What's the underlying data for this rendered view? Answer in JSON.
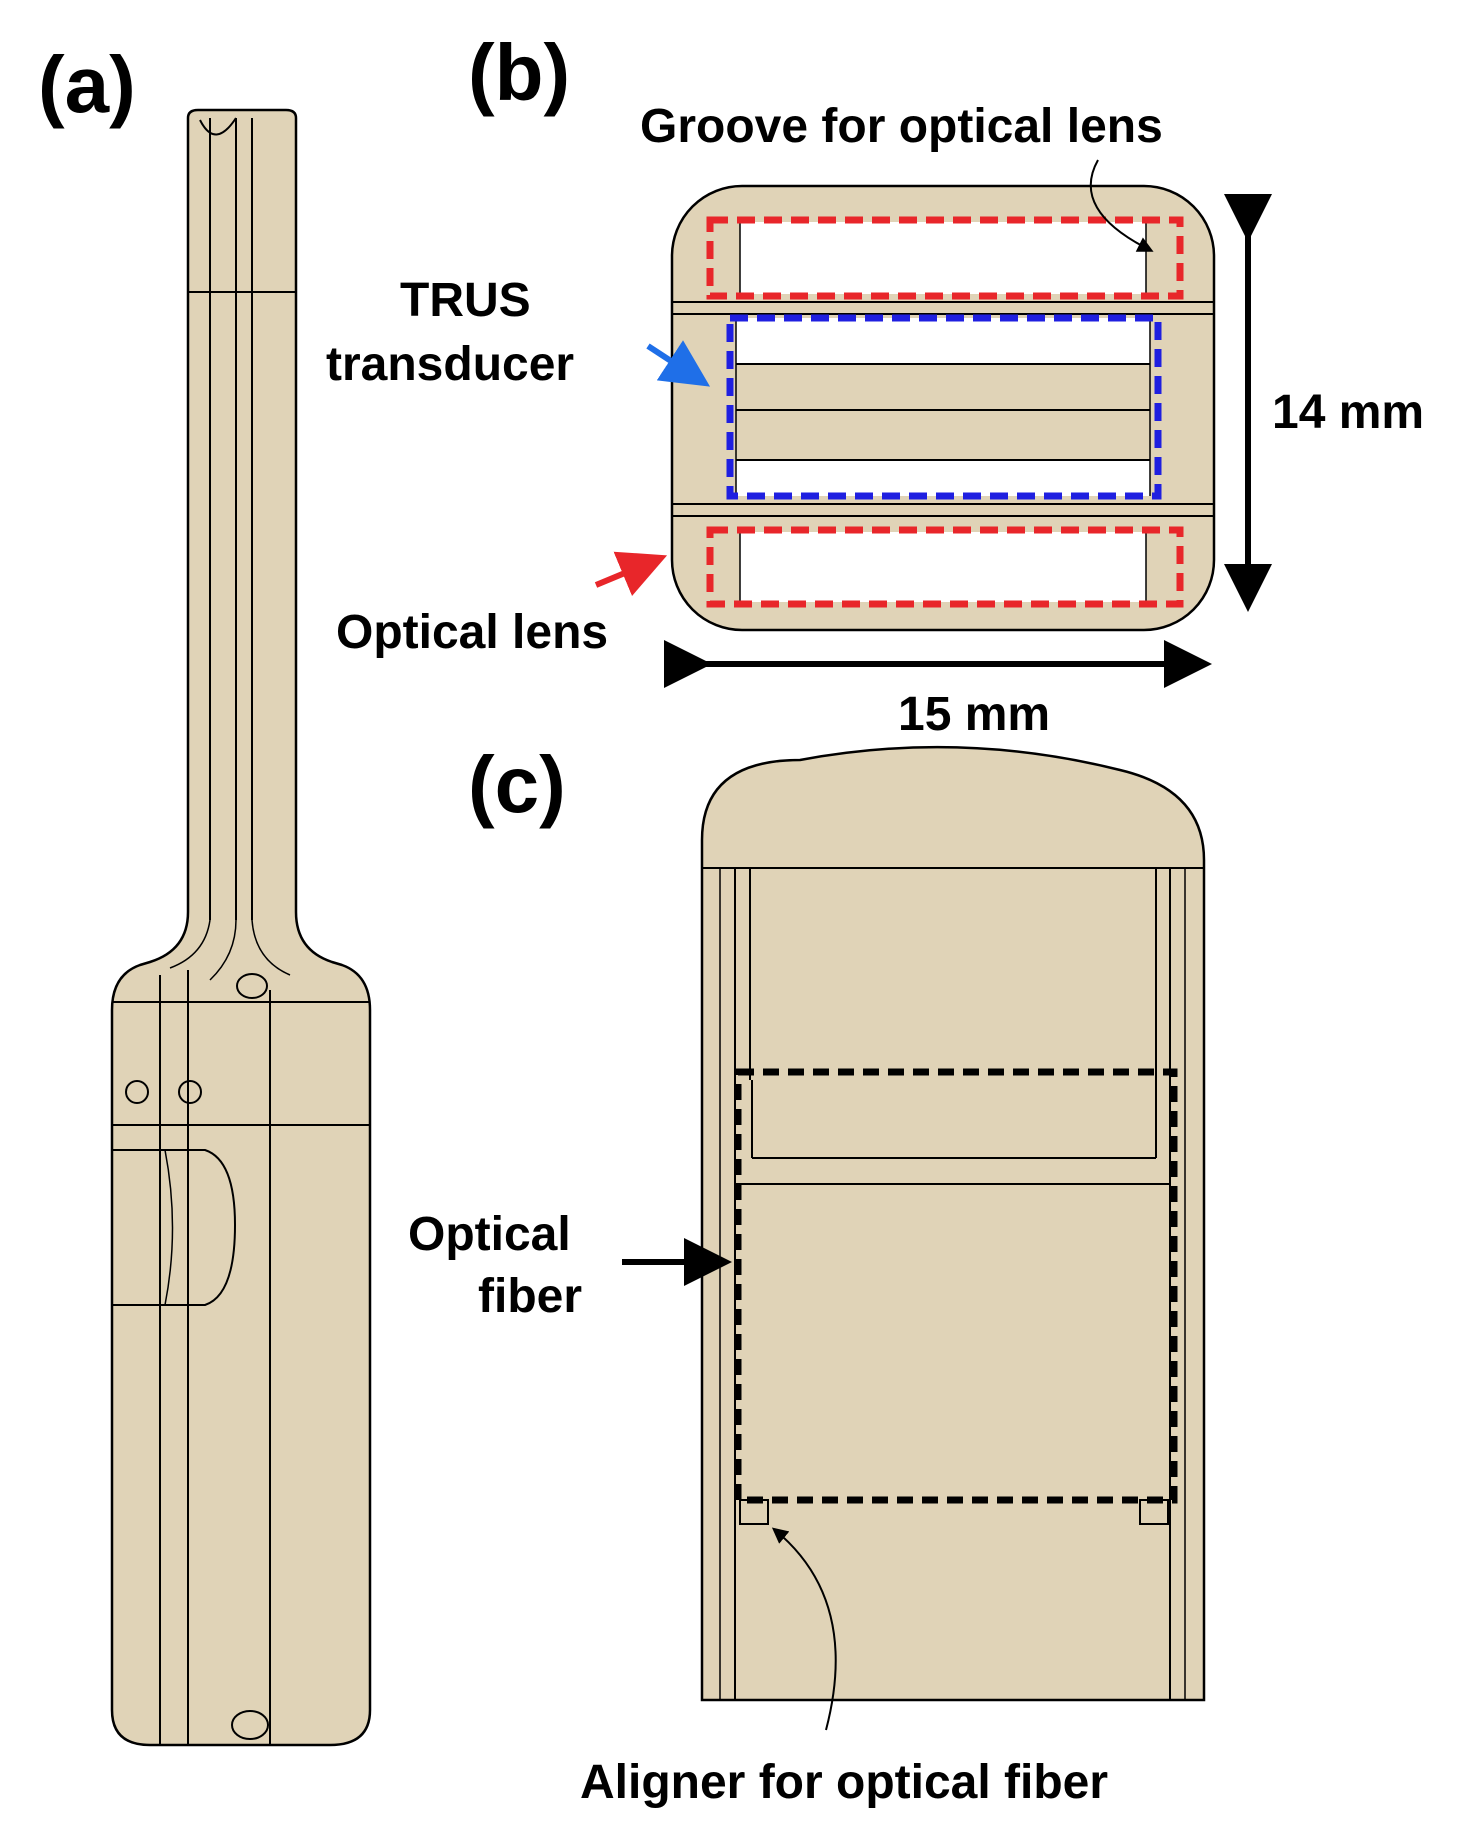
{
  "panels": {
    "a": "(a)",
    "b": "(b)",
    "c": "(c)"
  },
  "labels": {
    "groove": "Groove for optical lens",
    "trus_line1": "TRUS",
    "trus_line2": "transducer",
    "optical_lens": "Optical lens",
    "height_dim": "14 mm",
    "width_dim": "15 mm",
    "fiber_line1": "Optical",
    "fiber_line2": "fiber",
    "aligner": "Aligner for optical fiber"
  },
  "colors": {
    "probe_body": "#e0d3b7",
    "lens_outline": "#e8262a",
    "transducer_outline": "#1f1fe0",
    "fiber_outline": "#000000",
    "arrow_red": "#e8262a",
    "arrow_blue": "#1f6fe8"
  }
}
